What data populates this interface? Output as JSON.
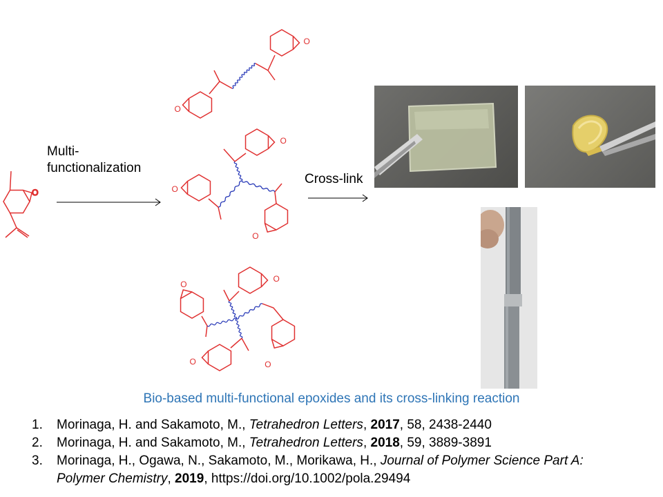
{
  "labels": {
    "step1": [
      "Multi-",
      "functionalization"
    ],
    "step2": "Cross-link",
    "atom_o": "O"
  },
  "caption": "Bio-based multi-functional epoxides and its cross-linking reaction",
  "references": [
    {
      "num": "1.",
      "authors": "Morinaga, H. and Sakamoto, M., ",
      "journal": "Tetrahedron Letters",
      "year": "2017",
      "rest": ", 58, 2438-2440"
    },
    {
      "num": "2.",
      "authors": "Morinaga, H. and Sakamoto, M., ",
      "journal": "Tetrahedron Letters",
      "year": "2018",
      "rest": ", 59, 3889-3891"
    },
    {
      "num": "3.",
      "authors": "Morinaga, H., Ogawa, N., Sakamoto, M., Morikawa, H., ",
      "journal": "Journal of Polymer Science Part A: Polymer Chemistry",
      "year": "2019",
      "rest": ", https://doi.org/10.1002/pola.29494"
    }
  ],
  "colors": {
    "structure": "#e03030",
    "linker": "#2a3bb8",
    "caption": "#2e75b6"
  }
}
